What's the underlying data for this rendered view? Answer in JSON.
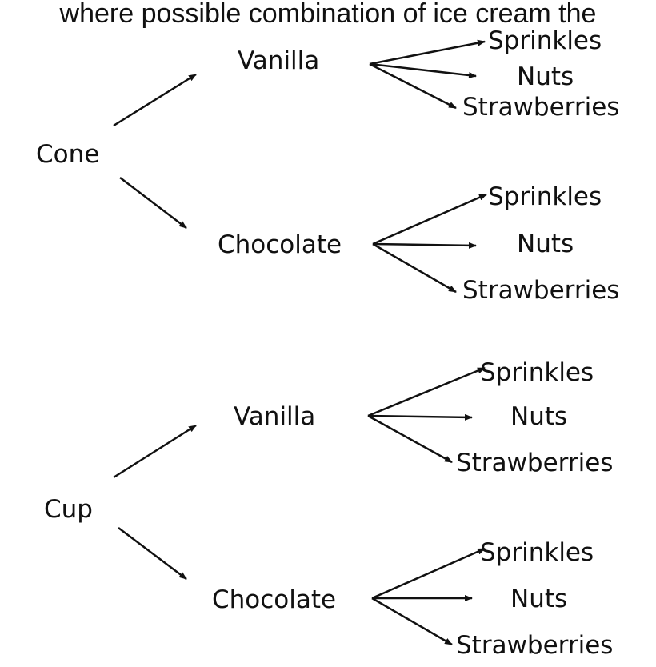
{
  "header_text": "where possible combination of ice cream the",
  "trees": [
    {
      "container": "Cone",
      "flavors": [
        {
          "flavor": "Vanilla",
          "toppings": [
            "Sprinkles",
            "Nuts",
            "Strawberries"
          ]
        },
        {
          "flavor": "Chocolate",
          "toppings": [
            "Sprinkles",
            "Nuts",
            "Strawberries"
          ]
        }
      ]
    },
    {
      "container": "Cup",
      "flavors": [
        {
          "flavor": "Vanilla",
          "toppings": [
            "Sprinkles",
            "Nuts",
            "Strawberries"
          ]
        },
        {
          "flavor": "Chocolate",
          "toppings": [
            "Sprinkles",
            "Nuts",
            "Strawberries"
          ]
        }
      ]
    }
  ]
}
